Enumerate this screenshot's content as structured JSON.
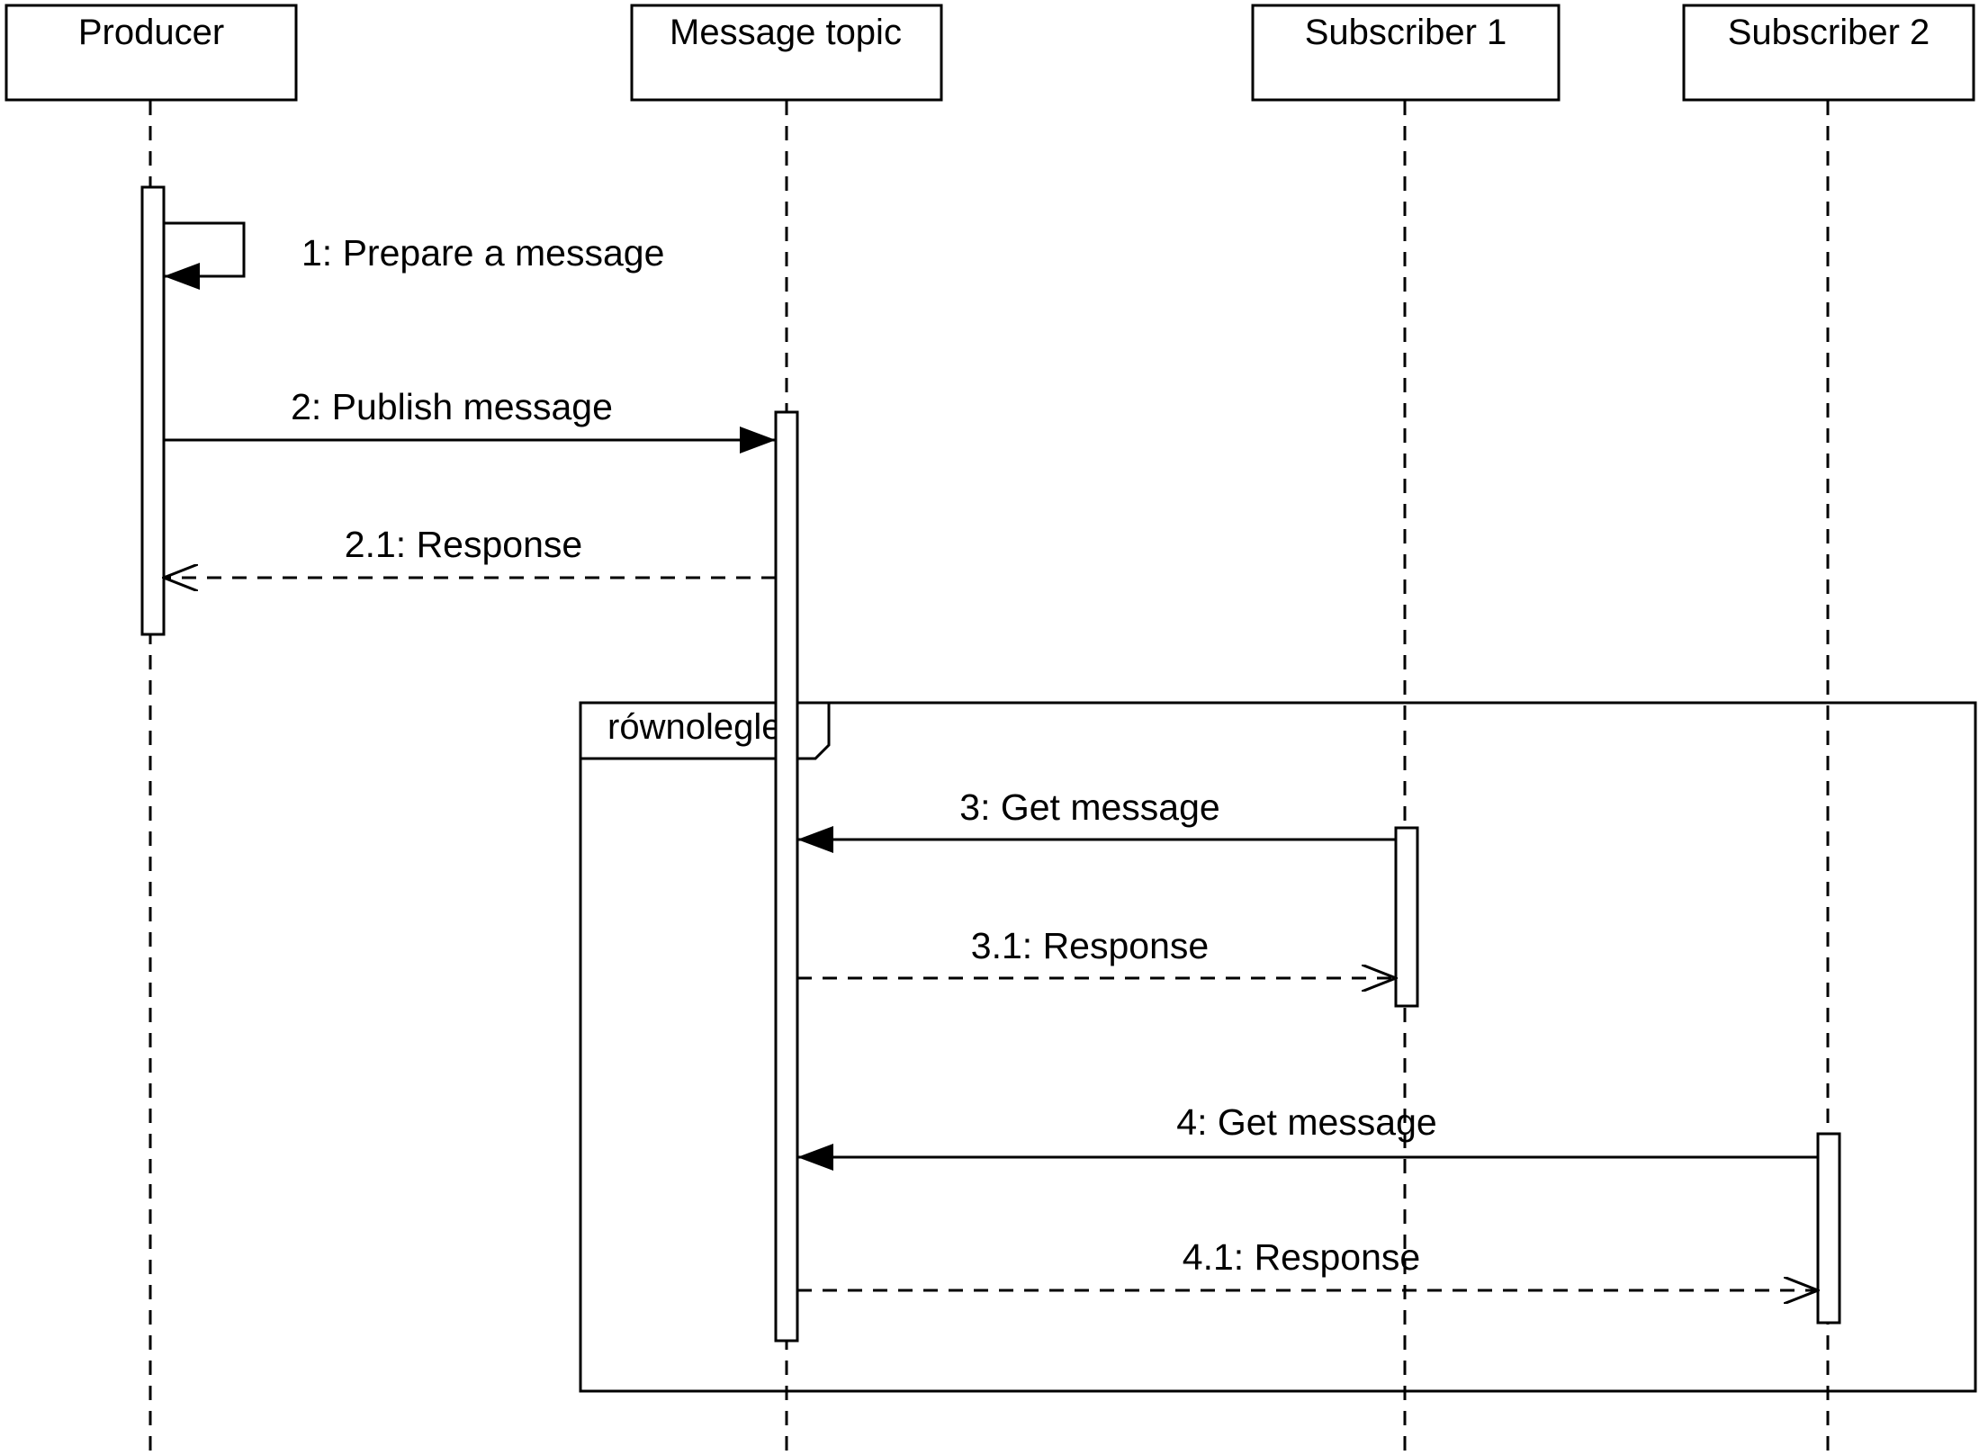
{
  "participants": [
    {
      "name": "Producer"
    },
    {
      "name": "Message topic"
    },
    {
      "name": "Subscriber 1"
    },
    {
      "name": "Subscriber 2"
    }
  ],
  "messages": [
    {
      "label": "1: Prepare a message",
      "type": "sync-self"
    },
    {
      "label": "2: Publish message",
      "type": "sync"
    },
    {
      "label": "2.1: Response",
      "type": "reply"
    },
    {
      "label": "3: Get message",
      "type": "sync"
    },
    {
      "label": "3.1: Response",
      "type": "reply"
    },
    {
      "label": "4: Get message",
      "type": "sync"
    },
    {
      "label": "4.1: Response",
      "type": "reply"
    }
  ],
  "fragment": {
    "label": "równolegle"
  },
  "colors": {
    "line": "#000000",
    "background": "#ffffff"
  }
}
